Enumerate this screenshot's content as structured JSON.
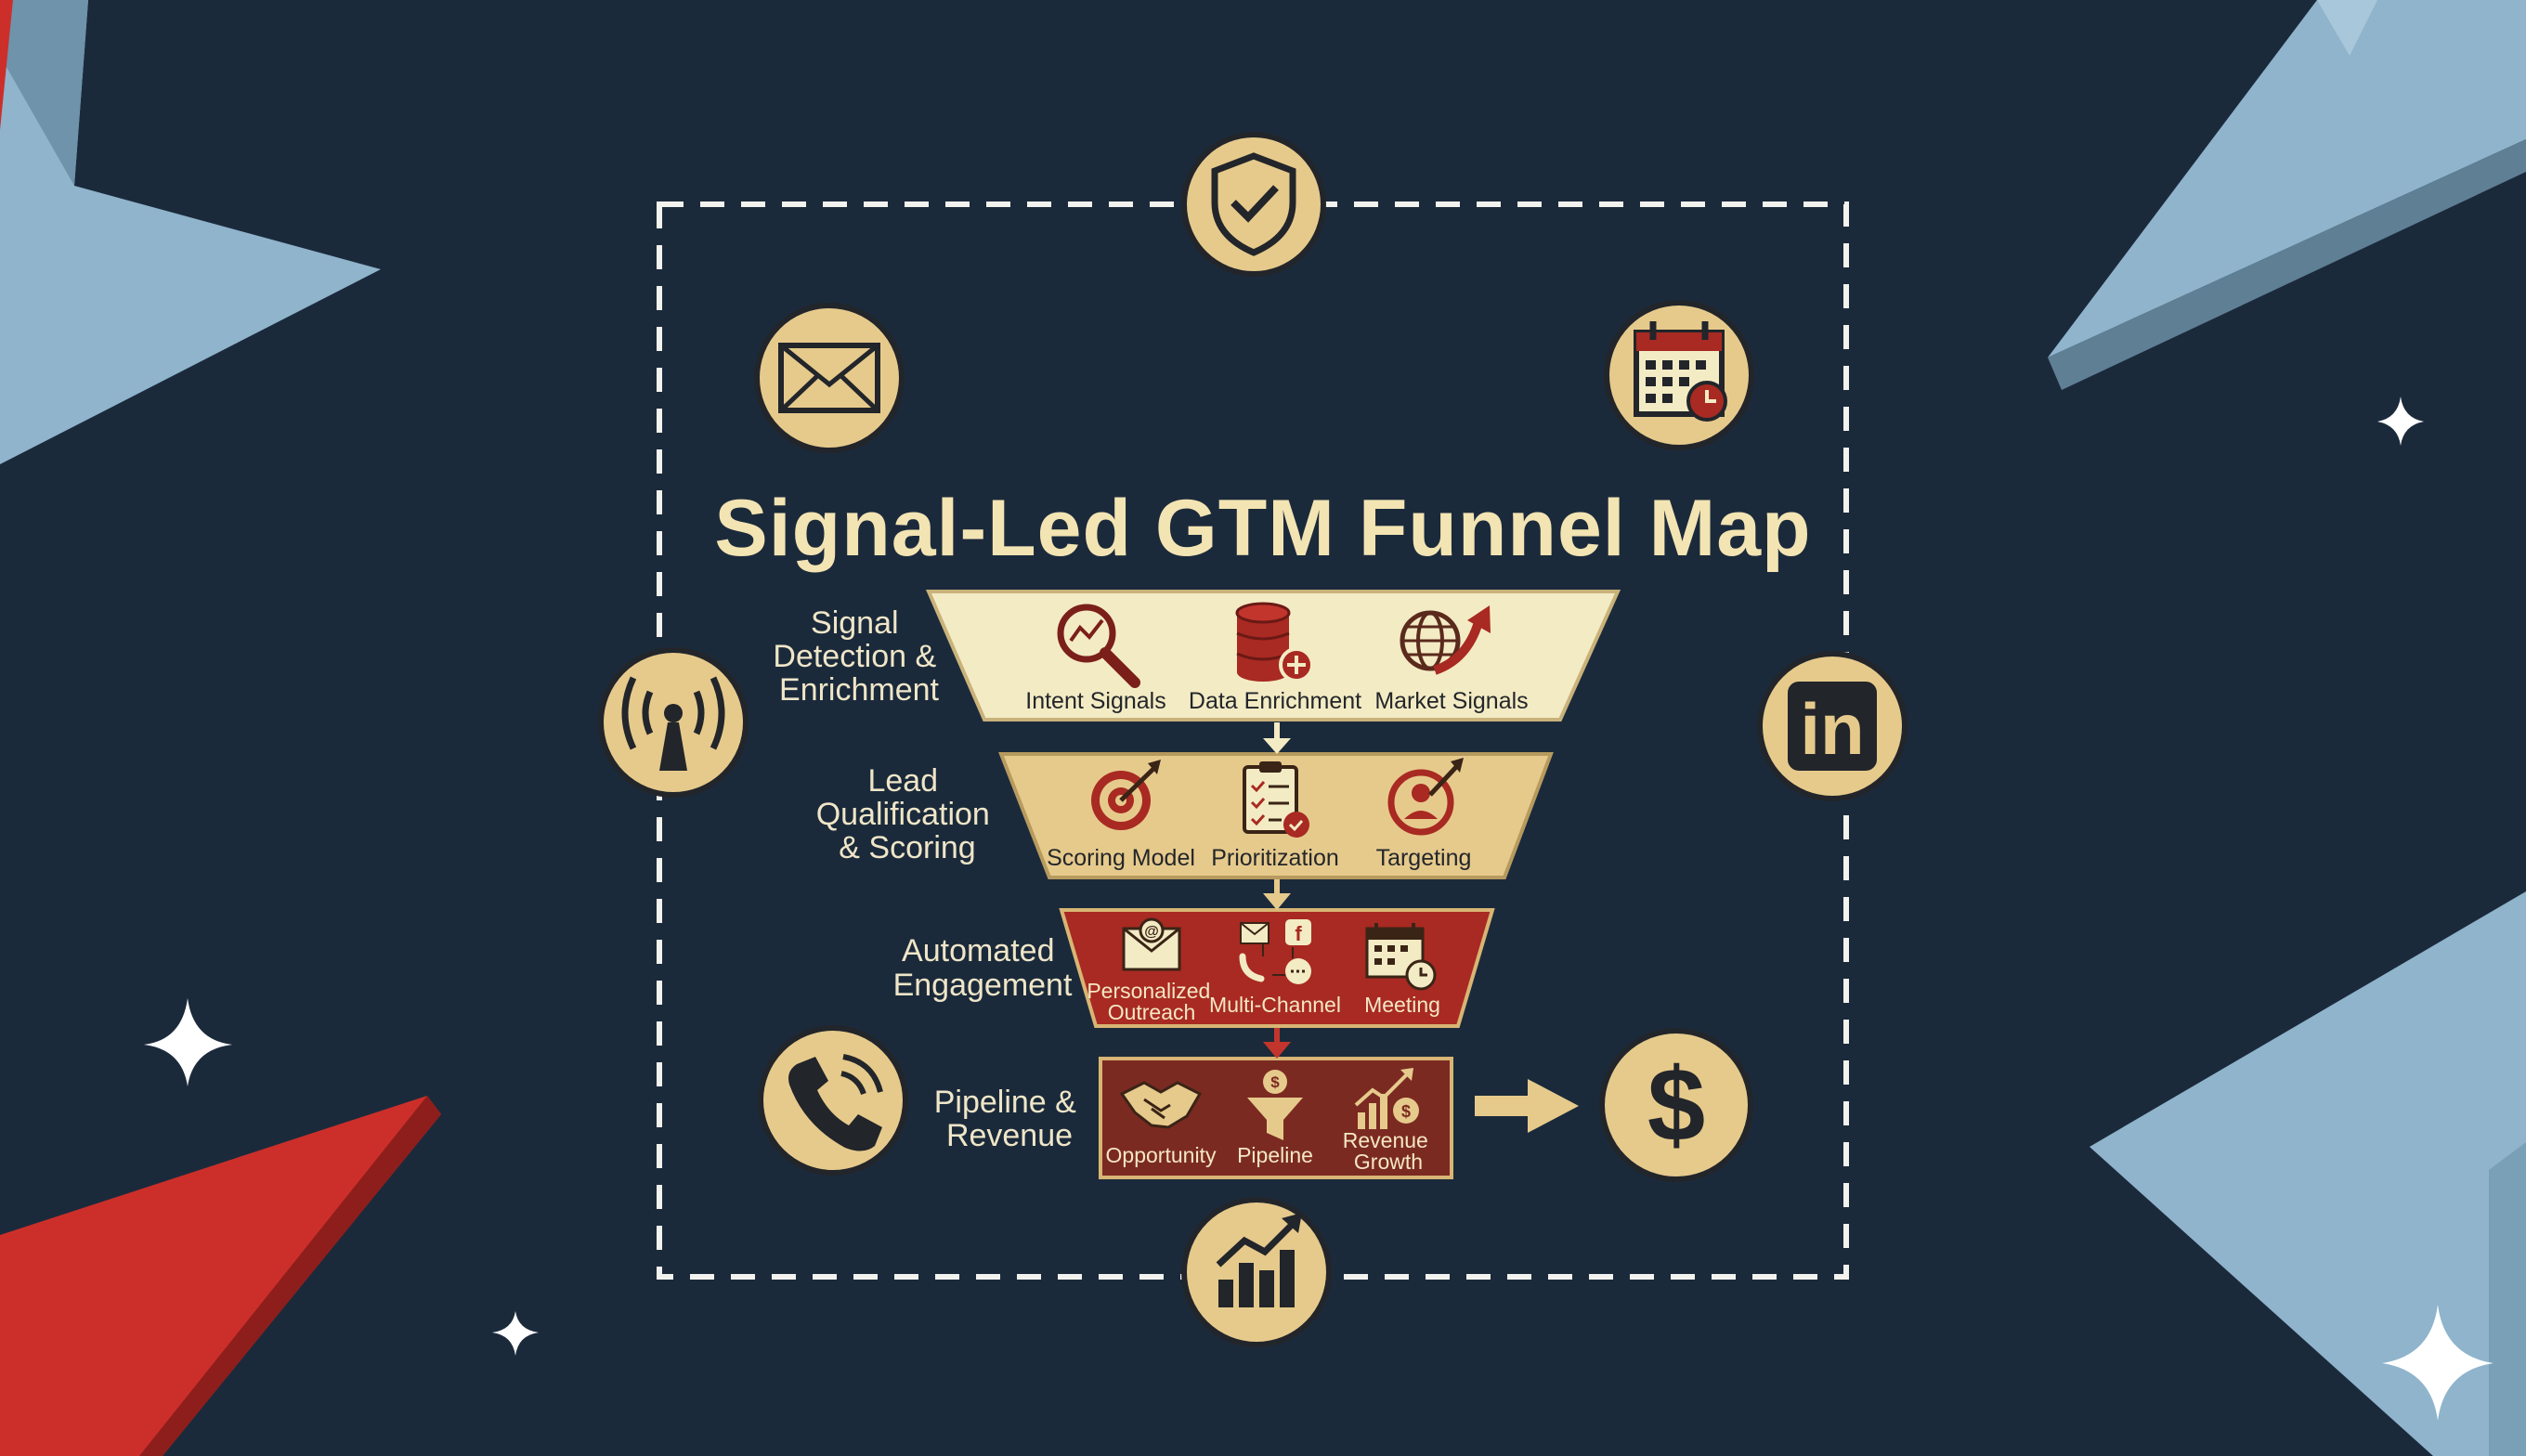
{
  "title": "Signal-Led GTM Funnel Map",
  "colors": {
    "background": "#1b2a3b",
    "gold": "#e6ca8c",
    "cream": "#f3ebc4",
    "red": "#a82a22",
    "dark_red": "#7b2a22",
    "line": "#f2f2ee",
    "shard_blue": "#8fb4cc",
    "shard_red": "#cc2f2a"
  },
  "stages": [
    {
      "label_lines": [
        "Signal",
        "Detection &",
        "Enrichment"
      ],
      "items": [
        {
          "label": "Intent Signals",
          "icon": "magnifier-chart-icon"
        },
        {
          "label": "Data Enrichment",
          "icon": "database-plus-icon"
        },
        {
          "label": "Market Signals",
          "icon": "globe-arrow-icon"
        }
      ]
    },
    {
      "label_lines": [
        "Lead",
        "Qualification",
        "& Scoring"
      ],
      "items": [
        {
          "label": "Scoring Model",
          "icon": "target-icon"
        },
        {
          "label": "Prioritization",
          "icon": "checklist-icon"
        },
        {
          "label": "Targeting",
          "icon": "person-target-icon"
        }
      ]
    },
    {
      "label_lines": [
        "Automated",
        "Engagement"
      ],
      "items": [
        {
          "label_lines": [
            "Personalized",
            "Outreach"
          ],
          "icon": "email-at-icon"
        },
        {
          "label": "Multi-Channel",
          "icon": "multichannel-icon"
        },
        {
          "label": "Meeting",
          "icon": "calendar-clock-icon"
        }
      ]
    },
    {
      "label_lines": [
        "Pipeline &",
        "Revenue"
      ],
      "items": [
        {
          "label": "Opportunity",
          "icon": "handshake-icon"
        },
        {
          "label": "Pipeline",
          "icon": "funnel-dollar-icon"
        },
        {
          "label_lines": [
            "Revenue",
            "Growth"
          ],
          "icon": "growth-chart-icon"
        }
      ]
    }
  ],
  "channel_icons": [
    "shield-check-icon",
    "email-icon",
    "calendar-icon",
    "broadcast-icon",
    "linkedin-icon",
    "phone-icon",
    "bar-chart-icon",
    "dollar-icon"
  ],
  "linkedin_text": "in",
  "dollar_text": "$"
}
